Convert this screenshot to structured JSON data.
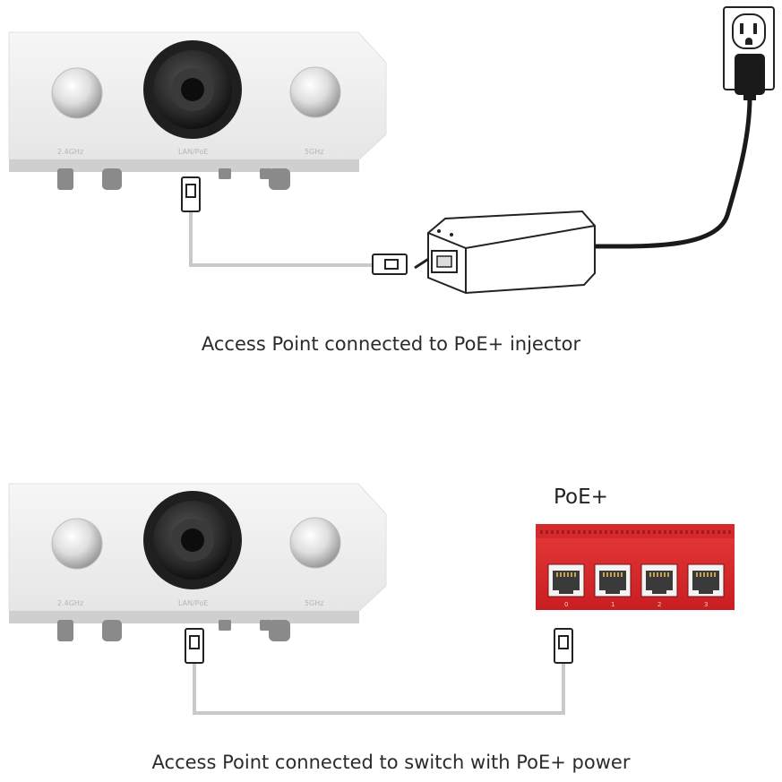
{
  "captions": {
    "top": "Access Point connected to PoE+ injector",
    "bottom": "Access Point connected to switch with PoE+ power"
  },
  "access_point": {
    "port_labels": [
      "2.4GHz",
      "LAN/PoE",
      "5GHz"
    ]
  },
  "switch": {
    "label": "PoE+",
    "port_numbers": [
      "0",
      "1",
      "2",
      "3"
    ]
  },
  "colors": {
    "switch_red": "#e0282a",
    "cable_gray": "#c9c9c9",
    "device_white": "#f2f2f2",
    "gland_black": "#2a2a2a"
  }
}
